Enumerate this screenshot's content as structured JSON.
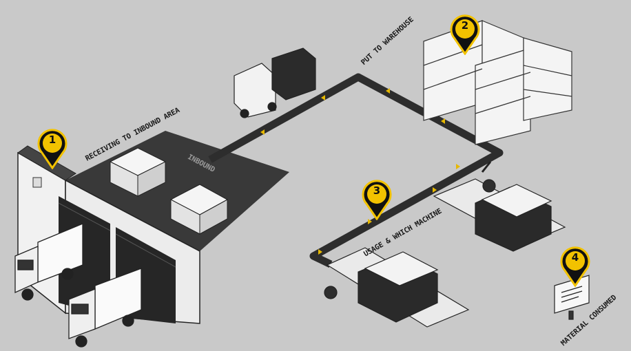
{
  "labels": {
    "receiving": "RECEIVING TO INBOUND AREA",
    "inbound": "INBOUND",
    "put_to_warehouse": "PUT TO WAREHOUSE",
    "usage": "USAGE & WHICH MACHINE",
    "material_consumed": "MATERIAL CONSUMED"
  },
  "steps": [
    {
      "number": "1"
    },
    {
      "number": "2"
    },
    {
      "number": "3"
    },
    {
      "number": "4"
    }
  ],
  "colors": {
    "background": "#c9c9c9",
    "floor": "#3a3a3a",
    "pin": "#f2c200",
    "arrow": "#e6b800"
  }
}
